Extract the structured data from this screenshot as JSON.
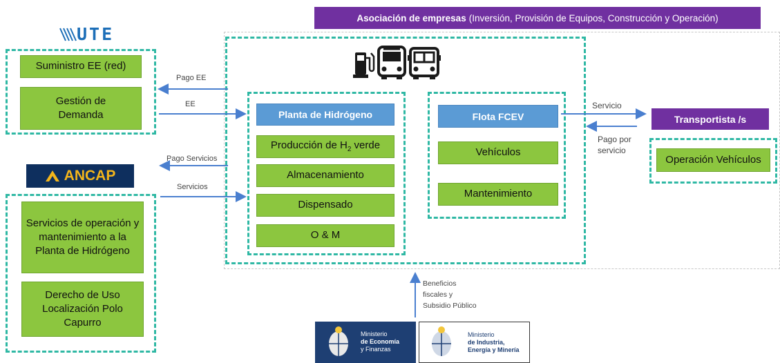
{
  "header": {
    "title_bold": "Asociación de empresas",
    "title_rest": "(Inversión, Provisión de Equipos, Construcción y Operación)"
  },
  "logos": {
    "ute": "UTE",
    "ancap": "ANCAP",
    "mef_line1": "Ministerio",
    "mef_line2": "de Economía",
    "mef_line3": "y Finanzas",
    "miem_line1": "Ministerio",
    "miem_line2": "de Industria,",
    "miem_line3": "Energía y Minería"
  },
  "left_top": {
    "items": [
      "Suministro EE (red)",
      "Gestión de Demanda"
    ]
  },
  "left_bottom": {
    "items": [
      "Servicios de operación y mantenimiento a la Planta de Hidrógeno",
      "Derecho de Uso Localización Polo Capurro"
    ]
  },
  "plant": {
    "title": "Planta de Hidrógeno",
    "production_prefix": "Producción de H",
    "production_sub": "2",
    "production_suffix": " verde",
    "items": [
      "Almacenamiento",
      "Dispensado",
      "O & M"
    ]
  },
  "fleet": {
    "title": "Flota FCEV",
    "items": [
      "Vehículos",
      "Mantenimiento"
    ]
  },
  "transport": {
    "title": "Transportista /s",
    "item": "Operación Vehículos"
  },
  "flows": {
    "pago_ee": "Pago EE",
    "ee": "EE",
    "pago_servicios": "Pago Servicios",
    "servicios": "Servicios",
    "servicio": "Servicio",
    "pago_por_servicio_1": "Pago por",
    "pago_por_servicio_2": "servicio",
    "beneficios_1": "Beneficios",
    "beneficios_2": "fiscales y",
    "beneficios_3": "Subsidio Público"
  },
  "icons": [
    "fuel-pump-icon",
    "bus-icon",
    "truck-icon"
  ],
  "colors": {
    "green": "#8cc63f",
    "blue": "#5b9bd5",
    "purple": "#7030a0",
    "teal_dash": "#2fb8a4",
    "arrow": "#4a7fcf"
  }
}
